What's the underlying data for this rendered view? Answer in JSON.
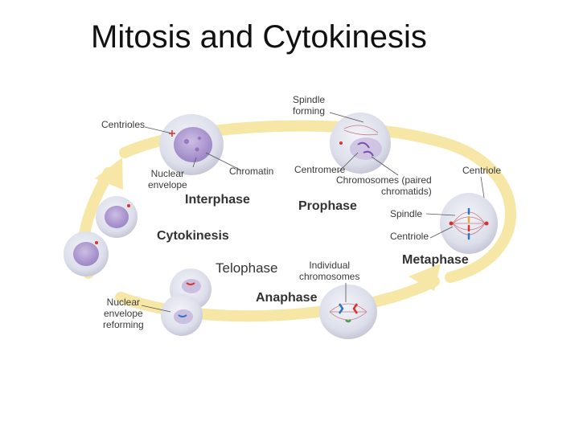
{
  "title": "Mitosis and Cytokinesis",
  "labels": {
    "spindle_forming": "Spindle\nforming",
    "centrioles": "Centrioles",
    "nuclear_envelope": "Nuclear\nenvelope",
    "chromatin": "Chromatin",
    "centromere": "Centromere",
    "chromosomes": "Chromosomes (paired\nchromatids)",
    "centriole_top": "Centriole",
    "spindle": "Spindle",
    "centriole_mid": "Centriole",
    "individual_chromosomes": "Individual\nchromosomes",
    "nuclear_envelope_reforming": "Nuclear\nenvelope\nreforming"
  },
  "phases": {
    "interphase": "Interphase",
    "prophase": "Prophase",
    "metaphase": "Metaphase",
    "anaphase": "Anaphase",
    "telophase": "Telophase",
    "cytokinesis": "Cytokinesis"
  },
  "colors": {
    "cycle_arrow": "#f6e7a6",
    "cell_fill": "#e2e3ee",
    "nucleus": "#b9a5d6",
    "chromosome": "#7b4fb0",
    "centriole": "#d9322d",
    "spindle": "#c77a82"
  }
}
